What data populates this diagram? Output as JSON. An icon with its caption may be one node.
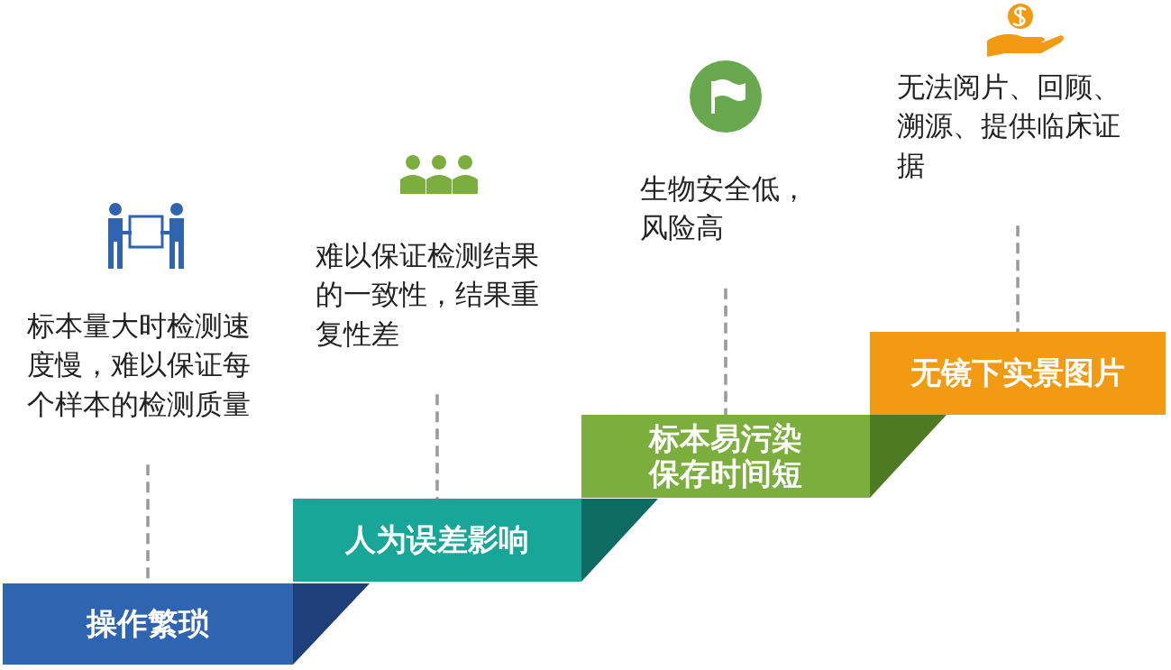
{
  "diagram": {
    "nodes": [
      {
        "text": [
          "操作繁琐"
        ]
      },
      {
        "text": [
          "人为误差影响"
        ]
      },
      {
        "text": [
          "标本易污染保存时间短"
        ]
      },
      {
        "text": [
          "无镜下实景图片"
        ]
      },
      {
        "text": [
          "标本量大时检测速度慢，难以保证每个样本的检测质量"
        ]
      },
      {
        "text": [
          "难以保证检测结果的一致性，结果重复性差"
        ]
      },
      {
        "text": [
          "生物安全低，风险高"
        ]
      },
      {
        "text": [
          "无法阅片、回顾、溯源、提供临床证据"
        ]
      }
    ],
    "edges": [
      {
        "from": 4,
        "to": 0,
        "arrow": "none",
        "style": "dashed"
      },
      {
        "from": 5,
        "to": 1,
        "arrow": "none",
        "style": "dashed"
      },
      {
        "from": 6,
        "to": 2,
        "arrow": "none",
        "style": "dashed"
      },
      {
        "from": 7,
        "to": 3,
        "arrow": "none",
        "style": "dashed"
      }
    ]
  }
}
